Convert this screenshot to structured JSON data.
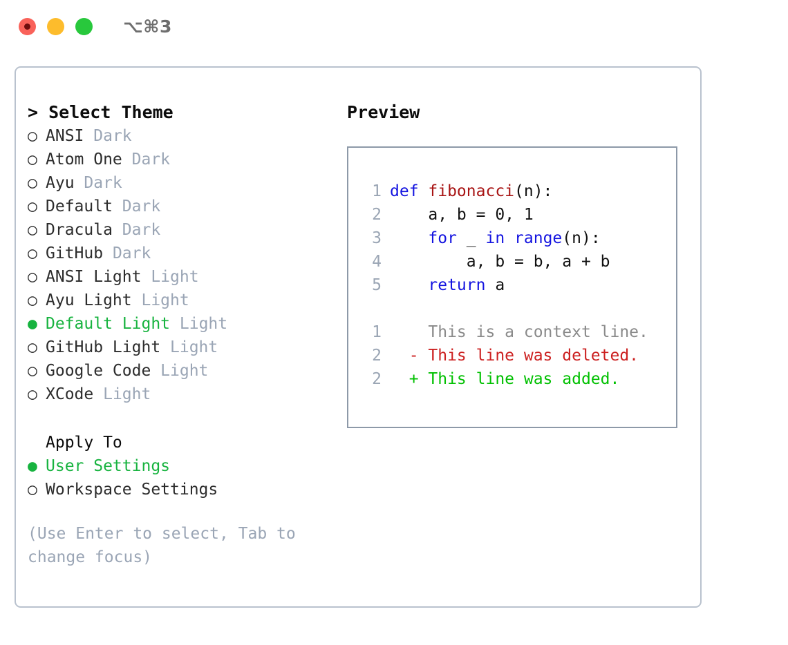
{
  "titlebar": {
    "lights": [
      "close-red",
      "minimize-yellow",
      "maximize-green"
    ],
    "shortcut": "⌥⌘3"
  },
  "theme_picker": {
    "heading": "> Select Theme",
    "selected_bullet": "●",
    "unselected_bullet": "○",
    "items": [
      {
        "bullet": "○",
        "name": "ANSI",
        "tag": "Dark",
        "selected": false
      },
      {
        "bullet": "○",
        "name": "Atom One",
        "tag": "Dark",
        "selected": false
      },
      {
        "bullet": "○",
        "name": "Ayu",
        "tag": "Dark",
        "selected": false
      },
      {
        "bullet": "○",
        "name": "Default",
        "tag": "Dark",
        "selected": false
      },
      {
        "bullet": "○",
        "name": "Dracula",
        "tag": "Dark",
        "selected": false
      },
      {
        "bullet": "○",
        "name": "GitHub",
        "tag": "Dark",
        "selected": false
      },
      {
        "bullet": "○",
        "name": "ANSI Light",
        "tag": "Light",
        "selected": false
      },
      {
        "bullet": "○",
        "name": "Ayu Light",
        "tag": "Light",
        "selected": false
      },
      {
        "bullet": "●",
        "name": "Default Light",
        "tag": "Light",
        "selected": true
      },
      {
        "bullet": "○",
        "name": "GitHub Light",
        "tag": "Light",
        "selected": false
      },
      {
        "bullet": "○",
        "name": "Google Code",
        "tag": "Light",
        "selected": false
      },
      {
        "bullet": "○",
        "name": "XCode",
        "tag": "Light",
        "selected": false
      }
    ]
  },
  "apply_to": {
    "heading": "Apply To",
    "items": [
      {
        "bullet": "●",
        "label": "User Settings",
        "selected": true
      },
      {
        "bullet": "○",
        "label": "Workspace Settings",
        "selected": false
      }
    ]
  },
  "hint": "(Use Enter to select, Tab to change focus)",
  "preview": {
    "title": "Preview",
    "code_lines": [
      {
        "num": "1",
        "tokens": [
          {
            "t": "def ",
            "c": "kw"
          },
          {
            "t": "fibonacci",
            "c": "fn"
          },
          {
            "t": "(n):",
            "c": "plain"
          }
        ]
      },
      {
        "num": "2",
        "tokens": [
          {
            "t": "    a, b = 0, 1",
            "c": "plain"
          }
        ]
      },
      {
        "num": "3",
        "tokens": [
          {
            "t": "    ",
            "c": "plain"
          },
          {
            "t": "for",
            "c": "kw"
          },
          {
            "t": " _ ",
            "c": "plain"
          },
          {
            "t": "in",
            "c": "kw"
          },
          {
            "t": " ",
            "c": "plain"
          },
          {
            "t": "range",
            "c": "kw"
          },
          {
            "t": "(n):",
            "c": "plain"
          }
        ]
      },
      {
        "num": "4",
        "tokens": [
          {
            "t": "        a, b = b, a + b",
            "c": "plain"
          }
        ]
      },
      {
        "num": "5",
        "tokens": [
          {
            "t": "    ",
            "c": "plain"
          },
          {
            "t": "return",
            "c": "kw"
          },
          {
            "t": " a",
            "c": "plain"
          }
        ]
      }
    ],
    "diff_lines": [
      {
        "num": "1",
        "marker": " ",
        "text": " This is a context line.",
        "kind": "diff-ctx"
      },
      {
        "num": "2",
        "marker": "-",
        "text": " This line was deleted.",
        "kind": "diff-del"
      },
      {
        "num": "2",
        "marker": "+",
        "text": " This line was added.",
        "kind": "diff-add"
      }
    ]
  },
  "colors": {
    "accent_green": "#17b33f",
    "tag_gray": "#9aa5b5",
    "keyword_blue": "#1414e0",
    "function_red": "#a81414",
    "diff_delete_red": "#cc2020",
    "diff_add_green": "#00c000",
    "panel_border": "#b9c2ce",
    "preview_border": "#8d99a8"
  }
}
